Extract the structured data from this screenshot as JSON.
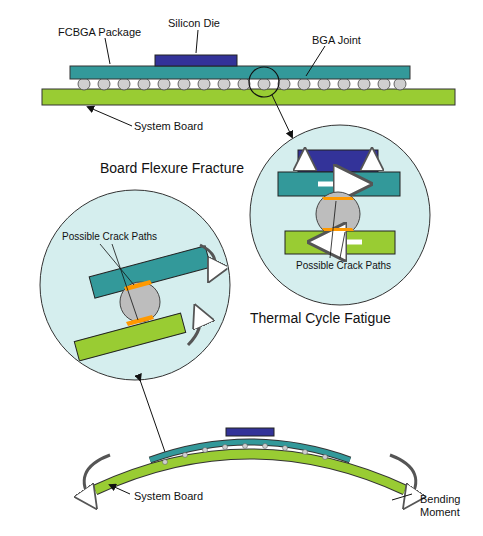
{
  "diagram": {
    "labels": [
      "FCBGA Package",
      "Silicon Die",
      "BGA Joint",
      "System Board",
      "Board Flexure Fracture",
      "Possible Crack Paths",
      "Thermal Cycle Fatigue",
      "Possible Crack Paths",
      "System Board",
      "Bending Moment"
    ]
  }
}
